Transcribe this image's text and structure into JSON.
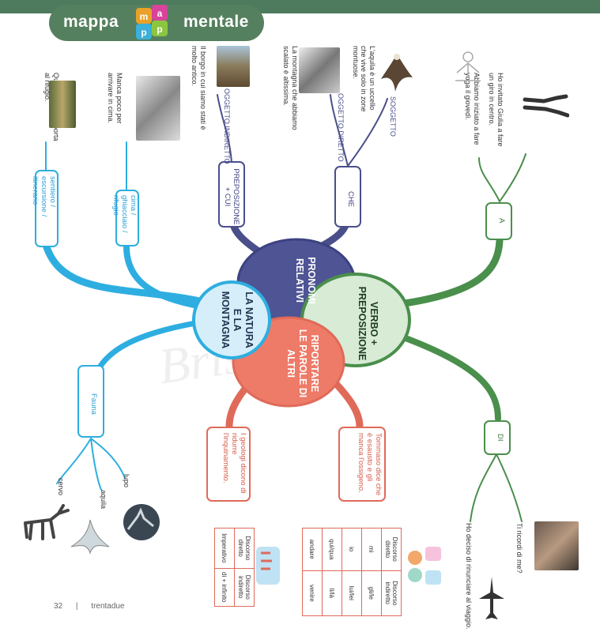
{
  "header": {
    "title_left": "mappa",
    "title_right": "mentale",
    "logo_letters": [
      "m",
      "a",
      "p",
      "p"
    ]
  },
  "colors": {
    "blue": "#2eaee0",
    "navy": "#4a4f8a",
    "green": "#4a8f4c",
    "red": "#e06a5a",
    "header_green": "#4e7a5e"
  },
  "hubs": {
    "natura": "LA NATURA E LA MONTAGNA",
    "pronomi": "PRONOMI RELATIVI",
    "verbo": "VERBO + PREPOSIZIONE",
    "riportare": "RIPORTARE LE PAROLE DI ALTRI"
  },
  "blue_branch": {
    "box1": "sentiero / escursione / itinerario",
    "box2": "cima / ghiacciaio / rifugio",
    "box_fauna": "Fauna",
    "caption1": "Questo sentiero porta al rifugio.",
    "caption2": "Manca poco per arrivare in cima.",
    "animals": [
      "cervo",
      "aquila",
      "lupo"
    ]
  },
  "navy_branch": {
    "box_cui": "PREPOSIZIONE + CUI",
    "box_che": "CHE",
    "label_indiretto": "OGGETTO INDIRETTO",
    "label_diretto": "OGGETTO DIRETTO",
    "label_soggetto": "SOGGETTO",
    "caption_cui": "Il borgo in cui siamo stati è molto antico.",
    "caption_diretto": "La montagna che abbiamo scalato è altissima.",
    "caption_soggetto": "L'aquila è un uccello che vive solo in zone montuose."
  },
  "green_branch": {
    "box_a": "A",
    "box_di": "DI",
    "caption_a1": "Ho invitato Giulia a fare un giro in centro.",
    "caption_a2": "Abbiamo iniziato a fare yoga il giovedì.",
    "caption_di1": "Ti ricordi di me?",
    "caption_di2": "Ho deciso di rinunciare al viaggio."
  },
  "red_branch": {
    "box1": "I geologi dicono di ridurre l'inquinamento.",
    "box2": "Tommaso dice che è esausto e gli manca l'ossigeno.",
    "table1": [
      [
        "Discorso diretto",
        "Discorso indiretto"
      ],
      [
        "Imperativo",
        "di + infinito"
      ]
    ],
    "table2": [
      [
        "Discorso diretto",
        "Discorso indiretto"
      ],
      [
        "mi",
        "gli/le"
      ],
      [
        "io",
        "lui/lei"
      ],
      [
        "qui/qua",
        "lì/là"
      ],
      [
        "andare",
        "venire"
      ]
    ]
  },
  "footer": {
    "page_number": "32",
    "separator": "|",
    "page_word": "trentadue"
  },
  "watermark": "Bris Book"
}
